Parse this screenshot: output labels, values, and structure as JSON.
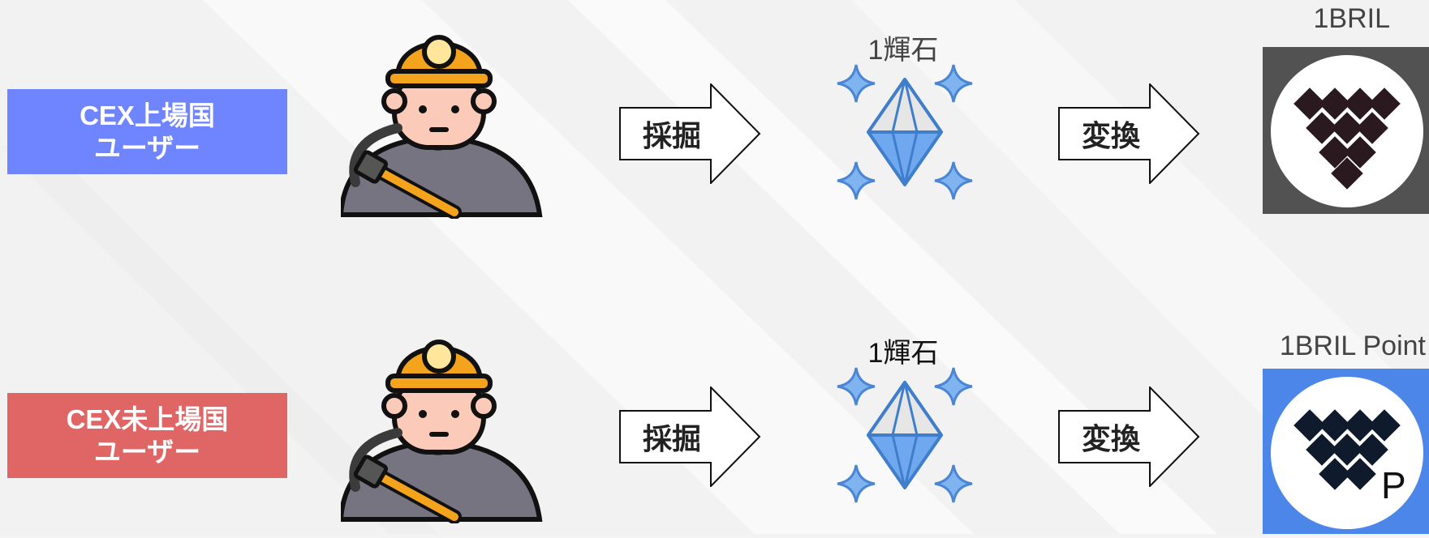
{
  "rows": [
    {
      "user_label": "CEX上場国\nユーザー",
      "user_color": "#6f84ff",
      "mine_label": "採掘",
      "gem_label": "1輝石",
      "convert_label": "変換",
      "token_label": "1BRIL",
      "token_bg": "#525252",
      "token_icon": "bril-logo-icon"
    },
    {
      "user_label": "CEX未上場国\nユーザー",
      "user_color": "#e06666",
      "mine_label": "採掘",
      "gem_label": "1輝石",
      "convert_label": "変換",
      "token_label": "1BRIL Point",
      "token_bg": "#4b86e8",
      "token_icon": "bril-point-logo-icon",
      "token_mark": "P"
    }
  ]
}
